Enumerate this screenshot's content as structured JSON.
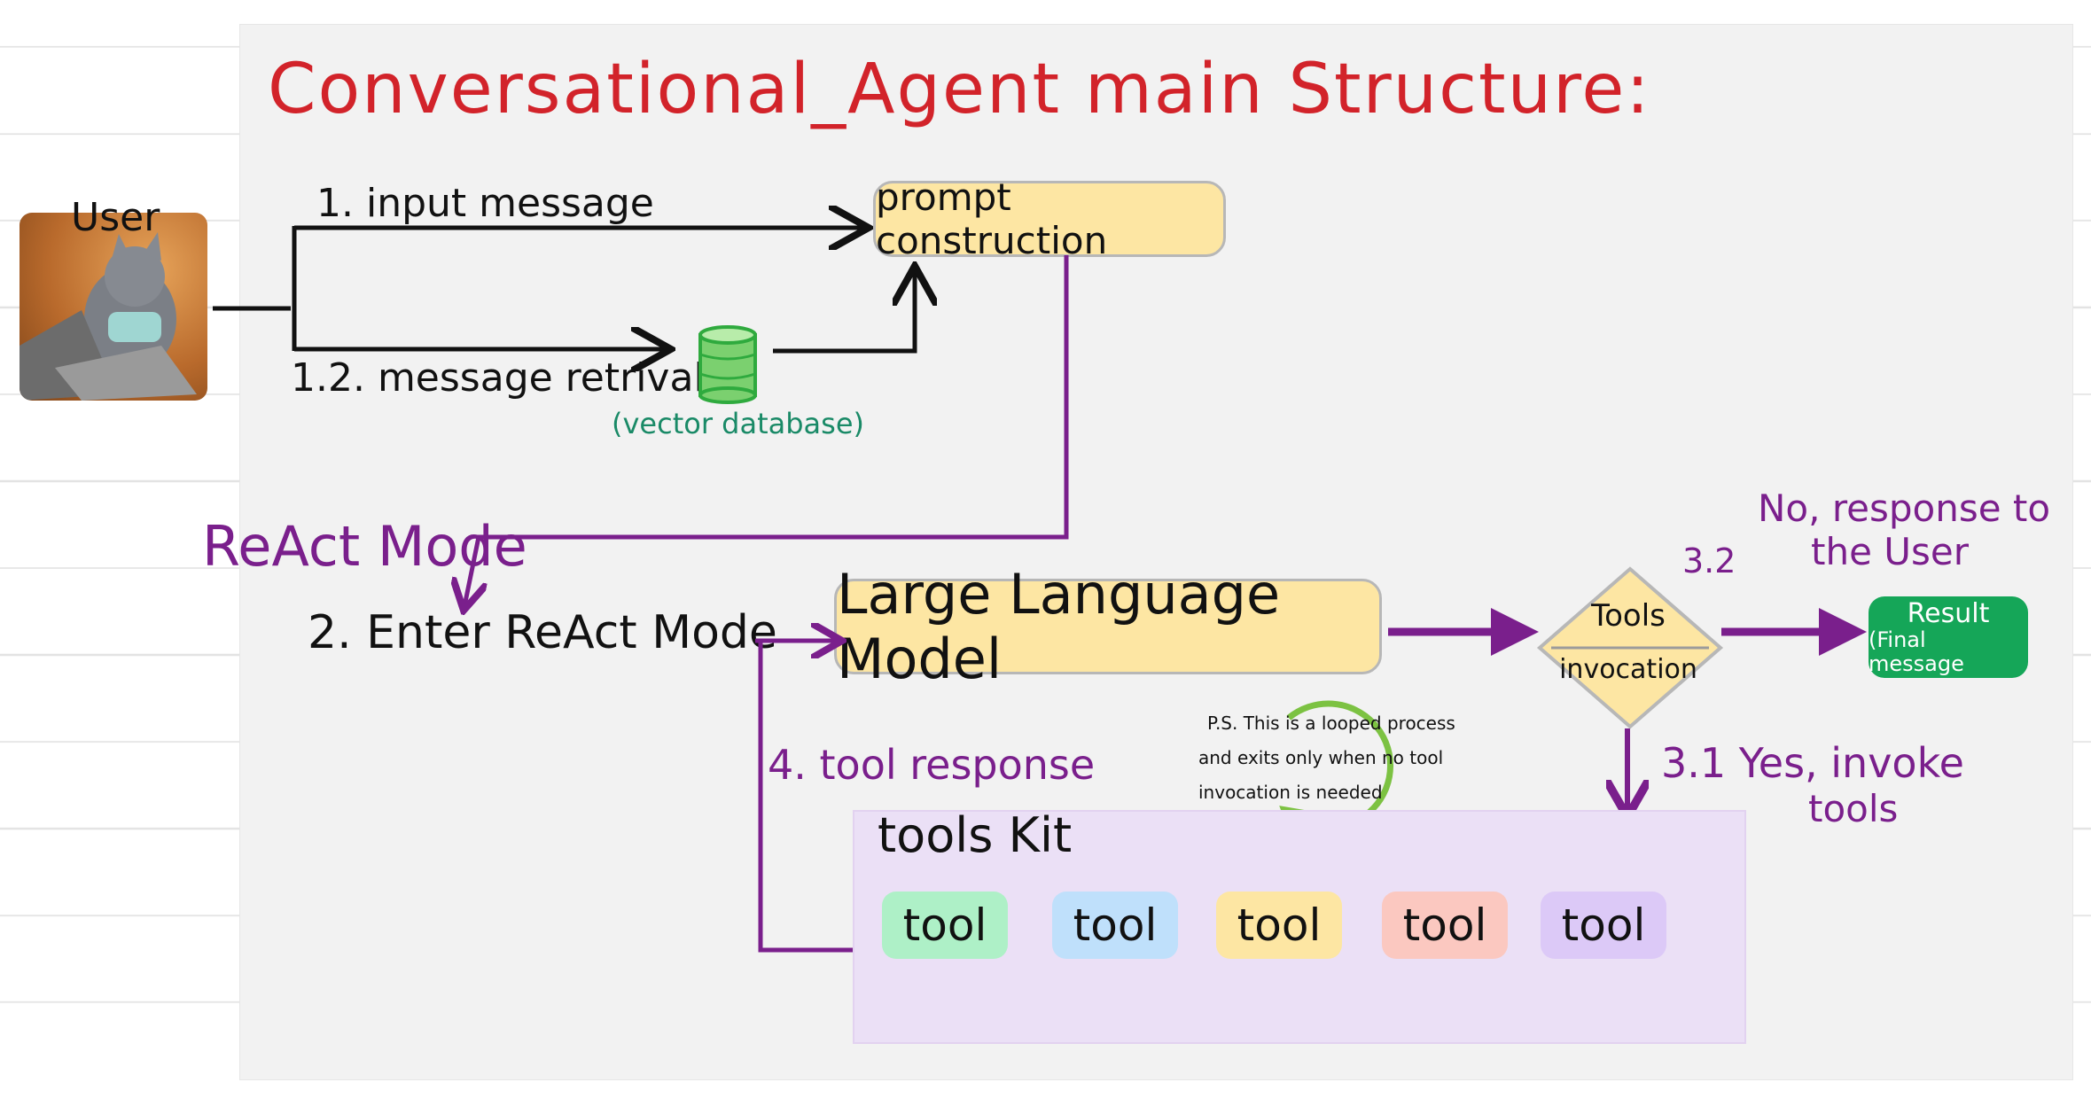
{
  "title": "Conversational_Agent main Structure:",
  "user": {
    "label": "User"
  },
  "steps": {
    "input_message": "1. input message",
    "message_retrival": "1.2. message retrival",
    "vector_db": "(vector database)",
    "react_mode": "ReAct Mode",
    "enter_react": "2. Enter ReAct Mode",
    "tool_response": "4. tool response",
    "no_branch_num": "3.2",
    "no_branch_line1": "No, response to",
    "no_branch_line2": "the User",
    "yes_branch_line1": "3.1 Yes, invoke",
    "yes_branch_line2": "tools"
  },
  "boxes": {
    "prompt": "prompt construction",
    "llm": "Large Language Model",
    "tools_decision_line1": "Tools",
    "tools_decision_line2": "invocation",
    "result_title": "Result",
    "result_sub": "(Final message"
  },
  "toolkit": {
    "title": "tools Kit",
    "tools": [
      {
        "label": "tool",
        "color": "#aef0c7"
      },
      {
        "label": "tool",
        "color": "#bfe0fb"
      },
      {
        "label": "tool",
        "color": "#fde6a3"
      },
      {
        "label": "tool",
        "color": "#fbc8c0"
      },
      {
        "label": "tool",
        "color": "#dcc9f7"
      }
    ]
  },
  "note": {
    "line1": "P.S. This is a looped process",
    "line2": "and exits only when no tool",
    "line3": "invocation is needed"
  },
  "colors": {
    "title": "#d2232a",
    "arrow_black": "#111111",
    "arrow_purple": "#7a1f8c",
    "loop_green": "#7cc242",
    "db_green": "#2faa3e",
    "result_green": "#15a658",
    "box_yellow": "#fde6a3",
    "kit_purple": "#ebe0f6"
  }
}
